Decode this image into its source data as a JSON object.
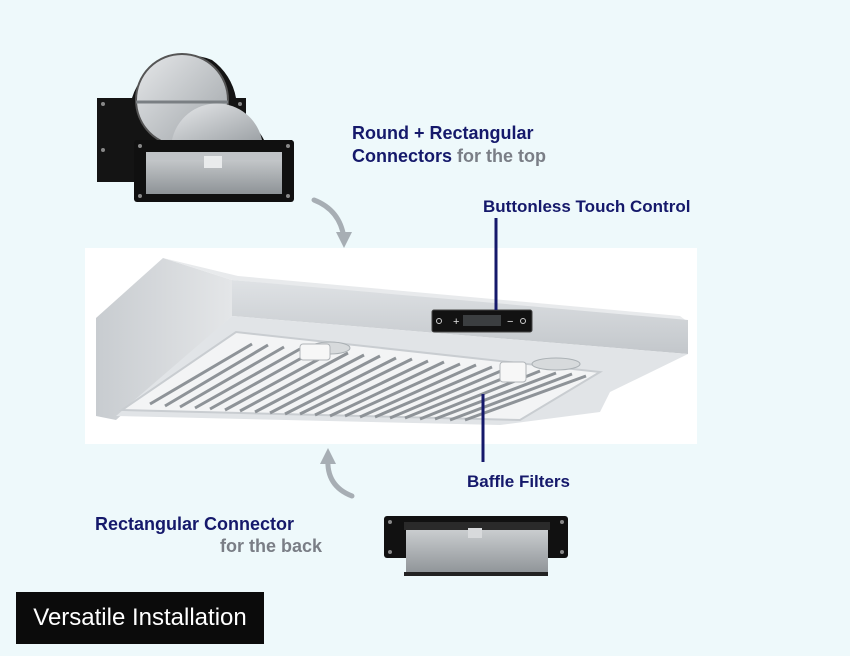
{
  "labels": {
    "top_connector_line1": "Round + Rectangular",
    "top_connector_line2_strong": "Connectors",
    "top_connector_line2_light": " for the top",
    "touch_control": "Buttonless Touch Control",
    "baffle_filters": "Baffle Filters",
    "back_connector_line1": "Rectangular Connector",
    "back_connector_line2": "for the back"
  },
  "control_panel": {
    "plus": "+",
    "minus": "−"
  },
  "badge": {
    "text": "Versatile Installation"
  },
  "colors": {
    "background": "#eef9fb",
    "label_dark": "#15196b",
    "label_gray": "#7a7e86",
    "badge_bg": "#0b0b0b",
    "badge_text": "#ffffff"
  },
  "icons": {
    "top_arrow": "curved-arrow-down-icon",
    "bottom_arrow": "curved-arrow-up-icon"
  }
}
